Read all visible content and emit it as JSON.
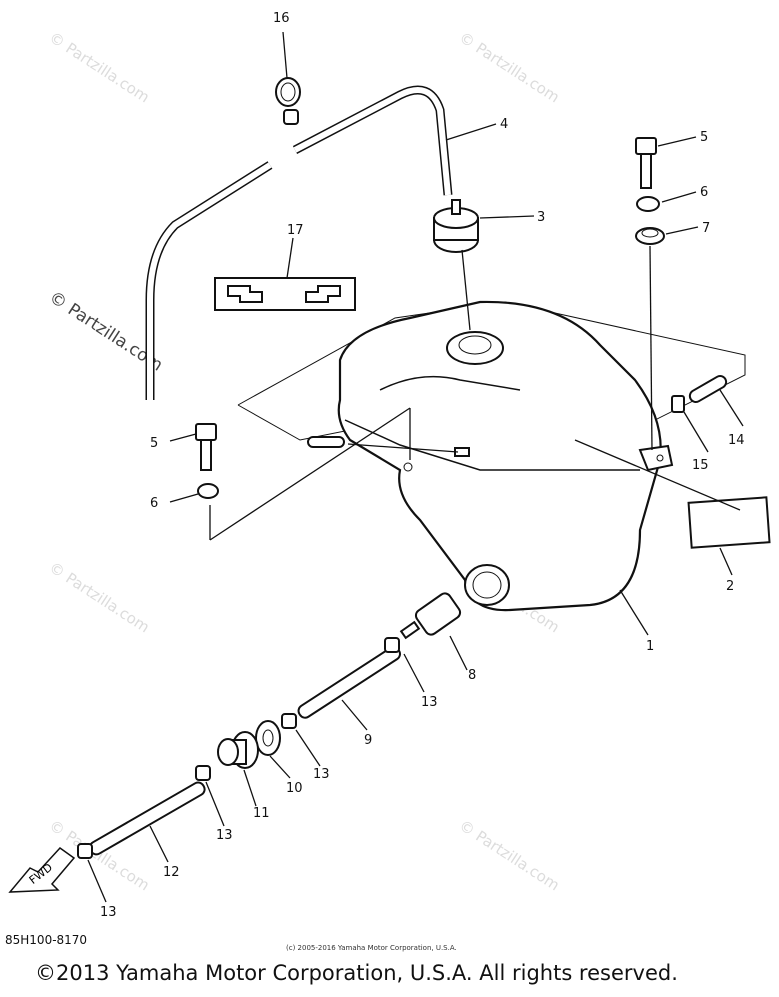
{
  "callouts": [
    "16",
    "4",
    "3",
    "5",
    "6",
    "7",
    "17",
    "5",
    "6",
    "14",
    "15",
    "2",
    "1",
    "8",
    "13",
    "9",
    "13",
    "10",
    "11",
    "13",
    "12",
    "13"
  ],
  "watermark": "© Partzilla.com",
  "fwd_label": "FWD",
  "diagram_code": "85H100-8170",
  "small_copyright": "(c) 2005-2016 Yamaha Motor Corporation, U.S.A.",
  "footer_copyright": "©2013 Yamaha Motor Corporation, U.S.A. All rights reserved."
}
